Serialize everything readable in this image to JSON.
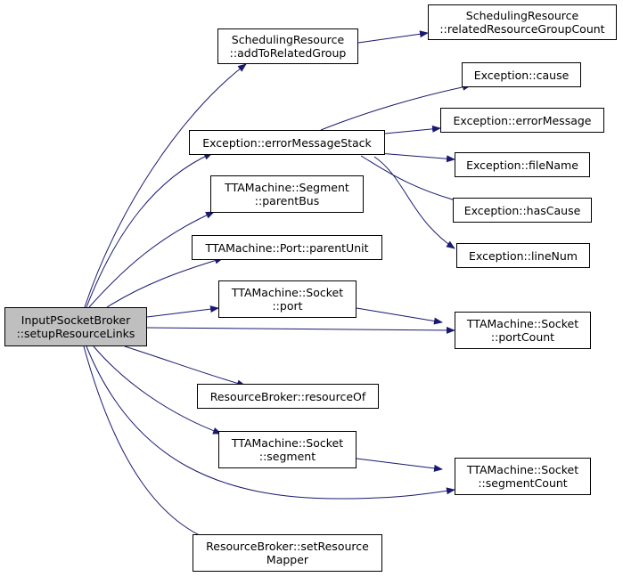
{
  "colors": {
    "edge": "#191970",
    "root_fill": "#bfbfbf",
    "node_fill": "#ffffff",
    "border": "#000000"
  },
  "nodes": {
    "root": {
      "line1": "InputPSocketBroker",
      "line2": "::setupResourceLinks"
    },
    "sched_add": {
      "line1": "SchedulingResource",
      "line2": "::addToRelatedGroup"
    },
    "sched_count": {
      "line1": "SchedulingResource",
      "line2": "::relatedResourceGroupCount"
    },
    "exc_stack": {
      "line1": "Exception::errorMessageStack"
    },
    "exc_cause": {
      "line1": "Exception::cause"
    },
    "exc_msg": {
      "line1": "Exception::errorMessage"
    },
    "exc_file": {
      "line1": "Exception::fileName"
    },
    "exc_hascause": {
      "line1": "Exception::hasCause"
    },
    "exc_line": {
      "line1": "Exception::lineNum"
    },
    "seg_bus": {
      "line1": "TTAMachine::Segment",
      "line2": "::parentBus"
    },
    "port_unit": {
      "line1": "TTAMachine::Port::parentUnit"
    },
    "sock_port": {
      "line1": "TTAMachine::Socket",
      "line2": "::port"
    },
    "sock_portcount": {
      "line1": "TTAMachine::Socket",
      "line2": "::portCount"
    },
    "rb_resof": {
      "line1": "ResourceBroker::resourceOf"
    },
    "sock_seg": {
      "line1": "TTAMachine::Socket",
      "line2": "::segment"
    },
    "sock_segcount": {
      "line1": "TTAMachine::Socket",
      "line2": "::segmentCount"
    },
    "rb_setmap": {
      "line1": "ResourceBroker::setResource",
      "line2": "Mapper"
    }
  }
}
